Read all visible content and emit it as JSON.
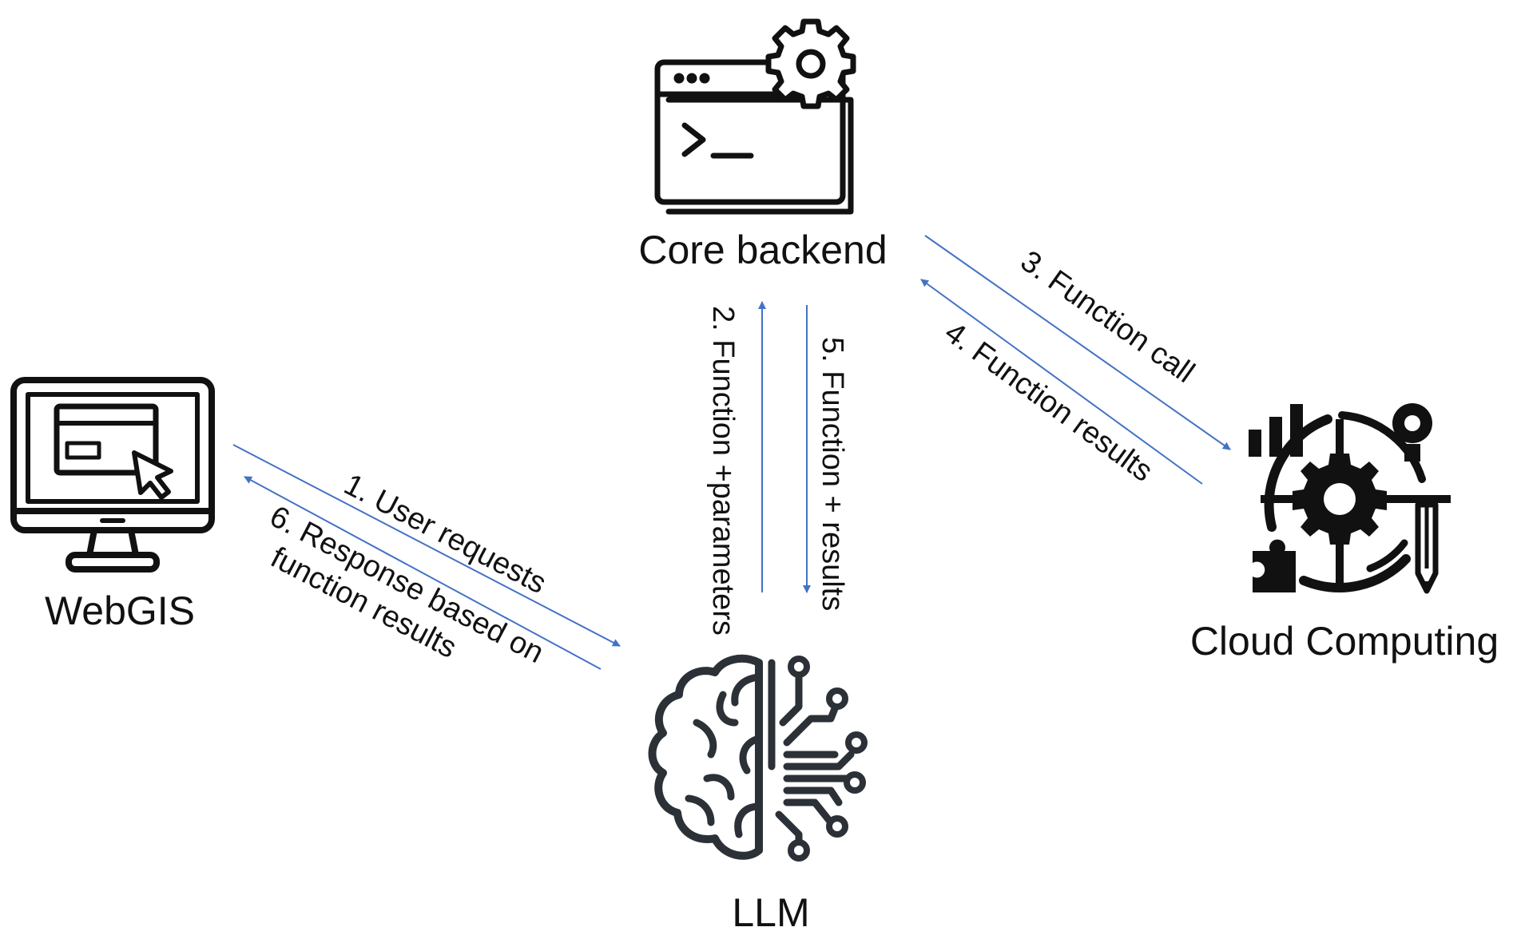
{
  "nodes": {
    "core_backend": {
      "label": "Core backend"
    },
    "webgis": {
      "label": "WebGIS"
    },
    "cloud": {
      "label": "Cloud Computing"
    },
    "llm": {
      "label": "LLM"
    }
  },
  "edges": [
    {
      "lines": [
        "1. User requests"
      ]
    },
    {
      "lines": [
        "2. Function +parameters"
      ]
    },
    {
      "lines": [
        "3. Function call"
      ]
    },
    {
      "lines": [
        "4. Function results"
      ]
    },
    {
      "lines": [
        "5. Function + results"
      ]
    },
    {
      "lines": [
        "6. Response based on",
        "function results"
      ]
    }
  ],
  "colors": {
    "arrow": "#4472c4",
    "icon": "#111111",
    "text": "#111111"
  }
}
